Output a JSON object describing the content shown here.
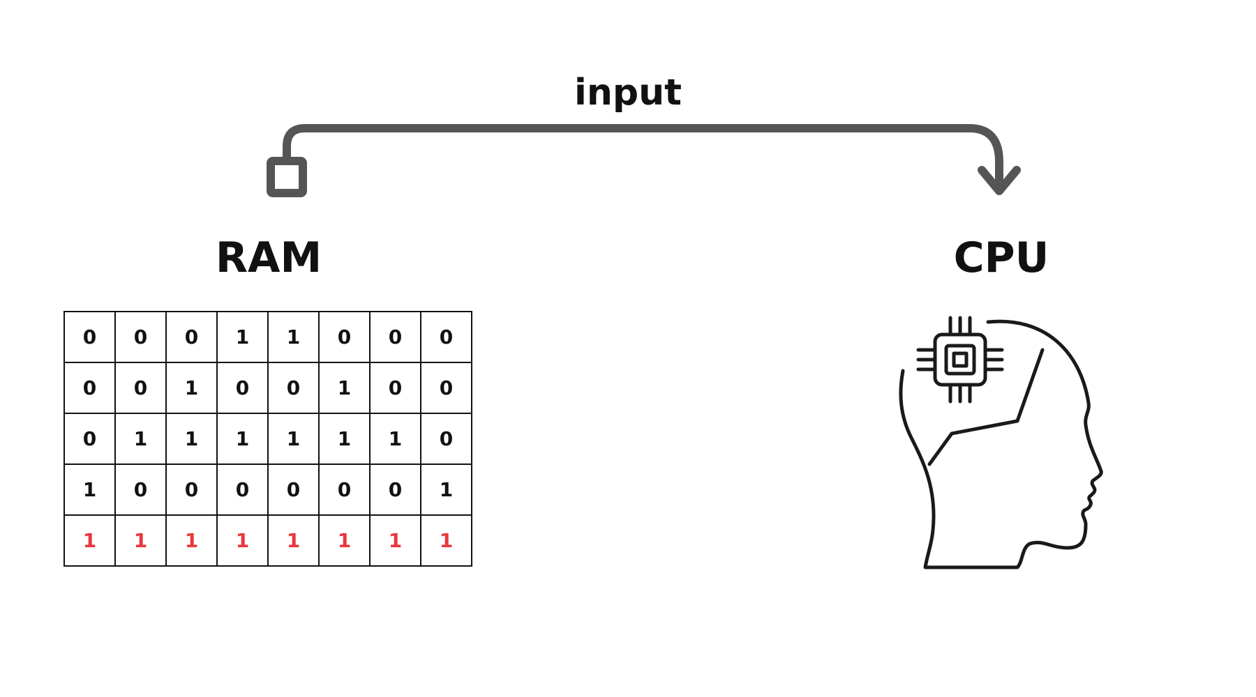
{
  "diagram": {
    "arrow_label": "input",
    "ram_label": "RAM",
    "cpu_label": "CPU"
  },
  "ram": {
    "rows": [
      [
        "0",
        "0",
        "0",
        "1",
        "1",
        "0",
        "0",
        "0"
      ],
      [
        "0",
        "0",
        "1",
        "0",
        "0",
        "1",
        "0",
        "0"
      ],
      [
        "0",
        "1",
        "1",
        "1",
        "1",
        "1",
        "1",
        "0"
      ],
      [
        "1",
        "0",
        "0",
        "0",
        "0",
        "0",
        "0",
        "1"
      ],
      [
        "1",
        "1",
        "1",
        "1",
        "1",
        "1",
        "1",
        "1"
      ]
    ],
    "highlighted_row": 4
  },
  "colors": {
    "arrow": "#555555",
    "grid_line": "#111111",
    "highlight": "#e8373d",
    "icon_stroke": "#1a1a1a"
  },
  "icons": {
    "source": "square-connector-icon",
    "cpu": "head-with-chip-icon"
  }
}
